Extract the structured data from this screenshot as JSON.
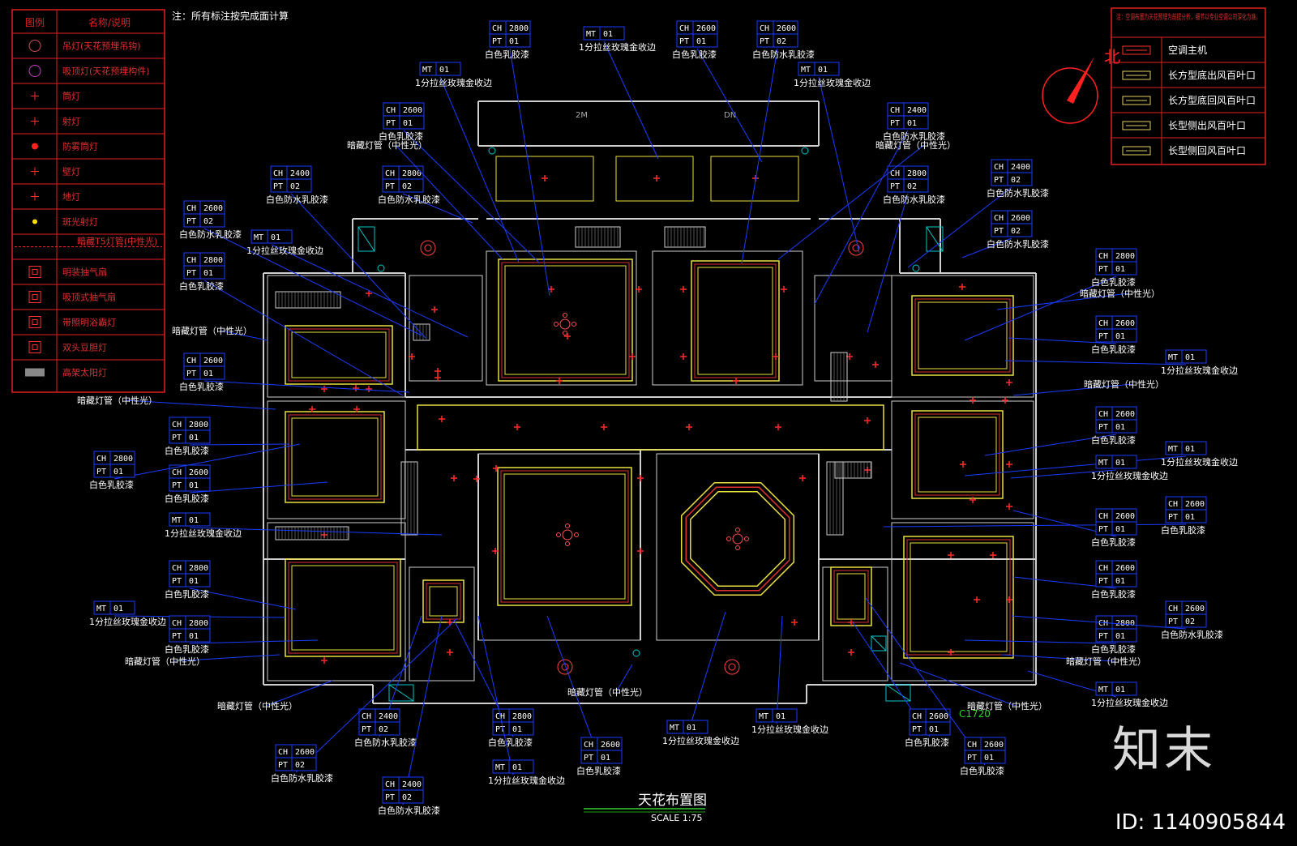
{
  "note": "注：所有标注按完成面计算",
  "drawing_title": "天花布置图",
  "scale": "SCALE 1:75",
  "north": "北",
  "brand": "知末",
  "image_id": "ID: 1140905844",
  "c1720": "C1720",
  "colors": {
    "frame": "#d0d0d0",
    "legend_border": "#e02020",
    "label": "#ffffff",
    "code_box": "#1a3cff",
    "leader": "#1a3cff",
    "ceiling_yellow": "#e8e040",
    "ceiling_red": "#e03030",
    "cyan": "#00c8c8"
  },
  "legend": {
    "headers": [
      "图例",
      "名称/说明"
    ],
    "rows": [
      {
        "icon": "pendant-lamp-icon",
        "label": "吊灯(天花预埋吊钩)"
      },
      {
        "icon": "ceiling-lamp-icon",
        "label": "吸顶灯(天花预埋构件)"
      },
      {
        "icon": "downlight-icon",
        "label": "筒灯"
      },
      {
        "icon": "spotlight-icon",
        "label": "射灯"
      },
      {
        "icon": "fog-lamp-icon",
        "label": "防雾筒灯"
      },
      {
        "icon": "wall-lamp-icon",
        "label": "壁灯"
      },
      {
        "icon": "floor-lamp-icon",
        "label": "地灯"
      },
      {
        "icon": "grille-spot-icon",
        "label": "斑光射灯"
      },
      {
        "icon": "t5-tube-icon",
        "label": "暗藏T5灯管(中性光)"
      },
      {
        "icon": "exhaust-fan-icon",
        "label": "明装抽气扇"
      },
      {
        "icon": "ceiling-fan-icon",
        "label": "吸顶式抽气扇"
      },
      {
        "icon": "bath-heater-icon",
        "label": "带照明浴霸灯"
      },
      {
        "icon": "double-lamp-icon",
        "label": "双头豆胆灯"
      },
      {
        "icon": "grille-light-icon",
        "label": "高架太阳灯"
      }
    ]
  },
  "ac_legend": {
    "note": "注：空调布置为天花预埋为前提分析，细节以专业空调公司深化为准。",
    "rows": [
      {
        "icon": "ac-unit-icon",
        "label": "空调主机"
      },
      {
        "icon": "supply-grille-icon",
        "label": "长方型底出风百叶口"
      },
      {
        "icon": "return-grille-icon",
        "label": "长方型底回风百叶口"
      },
      {
        "icon": "side-supply-icon",
        "label": "长型侧出风百叶口"
      },
      {
        "icon": "side-return-icon",
        "label": "长型侧回风百叶口"
      }
    ]
  },
  "room_tags": [
    "2M",
    "DN"
  ],
  "tags": [
    {
      "c1": "CH",
      "v1": "2800",
      "c2": "PT",
      "v2": "01",
      "desc": "白色乳胶漆"
    },
    {
      "c1": "MT",
      "v1": "01",
      "desc": "1分拉丝玫瑰金收边"
    },
    {
      "c1": "CH",
      "v1": "2600",
      "c2": "PT",
      "v2": "01",
      "desc": "白色乳胶漆"
    },
    {
      "c1": "CH",
      "v1": "2600",
      "c2": "PT",
      "v2": "02",
      "desc": "白色防水乳胶漆"
    },
    {
      "c1": "MT",
      "v1": "01",
      "desc": "1分拉丝玫瑰金收边"
    },
    {
      "c1": "MT",
      "v1": "01",
      "desc": "1分拉丝玫瑰金收边"
    },
    {
      "c1": "CH",
      "v1": "2600",
      "c2": "PT",
      "v2": "01",
      "desc": "白色乳胶漆"
    },
    {
      "c1": "CH",
      "v1": "2400",
      "c2": "PT",
      "v2": "01",
      "desc": "白色防水乳胶漆"
    },
    {
      "c1": "CH",
      "v1": "2400",
      "c2": "PT",
      "v2": "02",
      "desc": "白色防水乳胶漆"
    },
    {
      "c1": "CH",
      "v1": "2800",
      "c2": "PT",
      "v2": "02",
      "desc": "白色防水乳胶漆"
    },
    {
      "c1": "CH",
      "v1": "2800",
      "c2": "PT",
      "v2": "02",
      "desc": "白色防水乳胶漆"
    },
    {
      "c1": "CH",
      "v1": "2400",
      "c2": "PT",
      "v2": "02",
      "desc": "白色防水乳胶漆"
    },
    {
      "c1": "CH",
      "v1": "2600",
      "c2": "PT",
      "v2": "02",
      "desc": "白色防水乳胶漆"
    },
    {
      "c1": "CH",
      "v1": "2600",
      "c2": "PT",
      "v2": "02",
      "desc": "白色防水乳胶漆"
    },
    {
      "c1": "MT",
      "v1": "01",
      "desc": "1分拉丝玫瑰金收边"
    },
    {
      "c1": "CH",
      "v1": "2800",
      "c2": "PT",
      "v2": "01",
      "desc": "白色乳胶漆"
    },
    {
      "c1": "CH",
      "v1": "2800",
      "c2": "PT",
      "v2": "01",
      "desc": "白色乳胶漆"
    },
    {
      "c1": "CH",
      "v1": "2600",
      "c2": "PT",
      "v2": "01",
      "desc": "白色乳胶漆"
    },
    {
      "c1": "MT",
      "v1": "01",
      "desc": "1分拉丝玫瑰金收边"
    },
    {
      "c1": "CH",
      "v1": "2600",
      "c2": "PT",
      "v2": "01",
      "desc": "白色乳胶漆"
    },
    {
      "c1": "CH",
      "v1": "2600",
      "c2": "PT",
      "v2": "01",
      "desc": "白色乳胶漆"
    },
    {
      "c1": "MT",
      "v1": "01",
      "desc": "1分拉丝玫瑰金收边"
    },
    {
      "c1": "CH",
      "v1": "2800",
      "c2": "PT",
      "v2": "01",
      "desc": "白色乳胶漆"
    },
    {
      "c1": "CH",
      "v1": "2600",
      "c2": "PT",
      "v2": "01",
      "desc": "白色乳胶漆"
    },
    {
      "c1": "MT",
      "v1": "01",
      "desc": "1分拉丝玫瑰金收边"
    },
    {
      "c1": "CH",
      "v1": "2600",
      "c2": "PT",
      "v2": "01",
      "desc": "白色乳胶漆"
    },
    {
      "c1": "CH",
      "v1": "2800",
      "c2": "PT",
      "v2": "01",
      "desc": "白色乳胶漆"
    },
    {
      "c1": "MT",
      "v1": "01",
      "desc": "1分拉丝玫瑰金收边"
    },
    {
      "c1": "CH",
      "v1": "2600",
      "c2": "PT",
      "v2": "01",
      "desc": "白色乳胶漆"
    },
    {
      "c1": "CH",
      "v1": "2600",
      "c2": "PT",
      "v2": "01",
      "desc": "白色乳胶漆"
    },
    {
      "c1": "MT",
      "v1": "01",
      "desc": "1分拉丝玫瑰金收边"
    },
    {
      "c1": "CH",
      "v1": "2800",
      "c2": "PT",
      "v2": "01",
      "desc": "白色乳胶漆"
    },
    {
      "c1": "CH",
      "v1": "2800",
      "c2": "PT",
      "v2": "01",
      "desc": "白色乳胶漆"
    },
    {
      "c1": "CH",
      "v1": "2800",
      "c2": "PT",
      "v2": "01",
      "desc": "白色乳胶漆"
    },
    {
      "c1": "CH",
      "v1": "2600",
      "c2": "PT",
      "v2": "02",
      "desc": "白色防水乳胶漆"
    },
    {
      "c1": "MT",
      "v1": "01",
      "desc": "1分拉丝玫瑰金收边"
    },
    {
      "c1": "CH",
      "v1": "2400",
      "c2": "PT",
      "v2": "02",
      "desc": "白色防水乳胶漆"
    },
    {
      "c1": "CH",
      "v1": "2800",
      "c2": "PT",
      "v2": "01",
      "desc": "白色乳胶漆"
    },
    {
      "c1": "MT",
      "v1": "01",
      "desc": "1分拉丝玫瑰金收边"
    },
    {
      "c1": "CH",
      "v1": "2600",
      "c2": "PT",
      "v2": "01",
      "desc": "白色乳胶漆"
    },
    {
      "c1": "CH",
      "v1": "2600",
      "c2": "PT",
      "v2": "01",
      "desc": "白色乳胶漆"
    },
    {
      "c1": "CH",
      "v1": "2600",
      "c2": "PT",
      "v2": "01",
      "desc": "白色乳胶漆"
    },
    {
      "c1": "MT",
      "v1": "01",
      "desc": "1分拉丝玫瑰金收边"
    },
    {
      "c1": "MT",
      "v1": "01",
      "desc": "1分拉丝玫瑰金收边"
    },
    {
      "c1": "CH",
      "v1": "2600",
      "c2": "PT",
      "v2": "02",
      "desc": "白色防水乳胶漆"
    },
    {
      "c1": "CH",
      "v1": "2400",
      "c2": "PT",
      "v2": "02",
      "desc": "白色防水乳胶漆"
    }
  ],
  "light_labels": [
    "暗藏灯管（中性光）",
    "暗藏灯管（中性光）",
    "暗藏灯管（中性光）",
    "暗藏灯管（中性光）",
    "暗藏灯管（中性光）",
    "暗藏灯管（中性光）",
    "暗藏灯管（中性光）",
    "暗藏灯管（中性光）",
    "暗藏灯管（中性光）",
    "暗藏灯管（中性光）",
    "暗藏灯管（中性光）"
  ]
}
